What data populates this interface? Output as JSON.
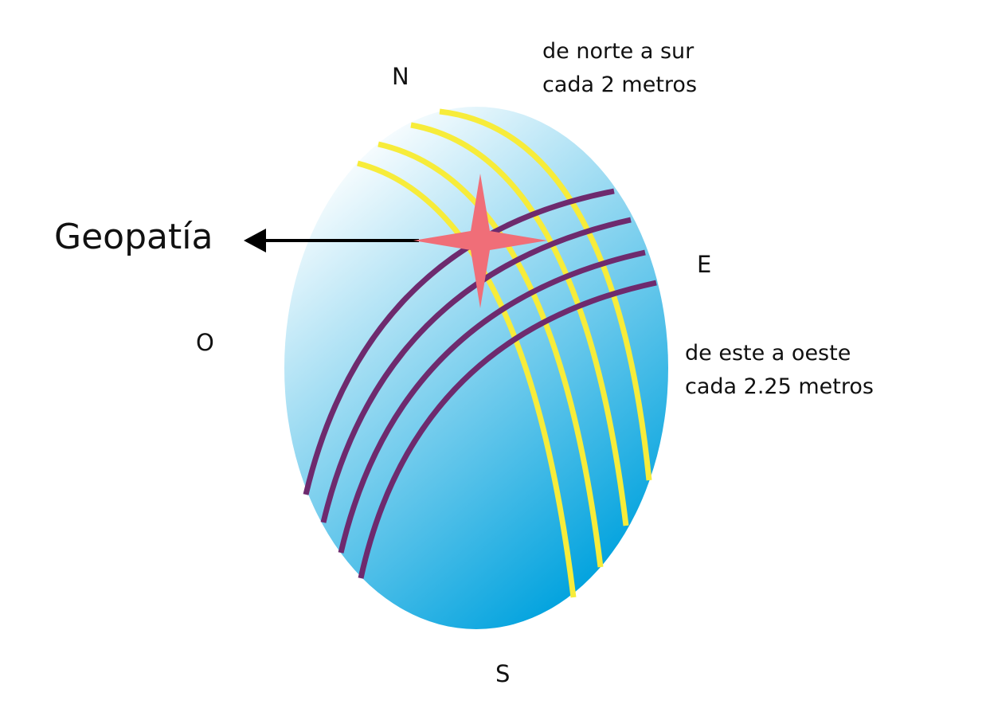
{
  "labels": {
    "north": "N",
    "east": "E",
    "west": "O",
    "south": "S",
    "title": "Geopatía"
  },
  "notes": {
    "north_south_line1": "de norte a sur",
    "north_south_line2": "cada 2 metros",
    "east_west_line1": "de este a oeste",
    "east_west_line2": "cada 2.25 metros"
  },
  "colors": {
    "ellipse_top": "#ffffff",
    "ellipse_bottom": "#00a2de",
    "north_south_lines": "#f7ec3a",
    "east_west_lines": "#6e2a6e",
    "star": "#f06e78",
    "arrow": "#000000"
  },
  "line_counts": {
    "north_south": 4,
    "east_west": 4
  }
}
